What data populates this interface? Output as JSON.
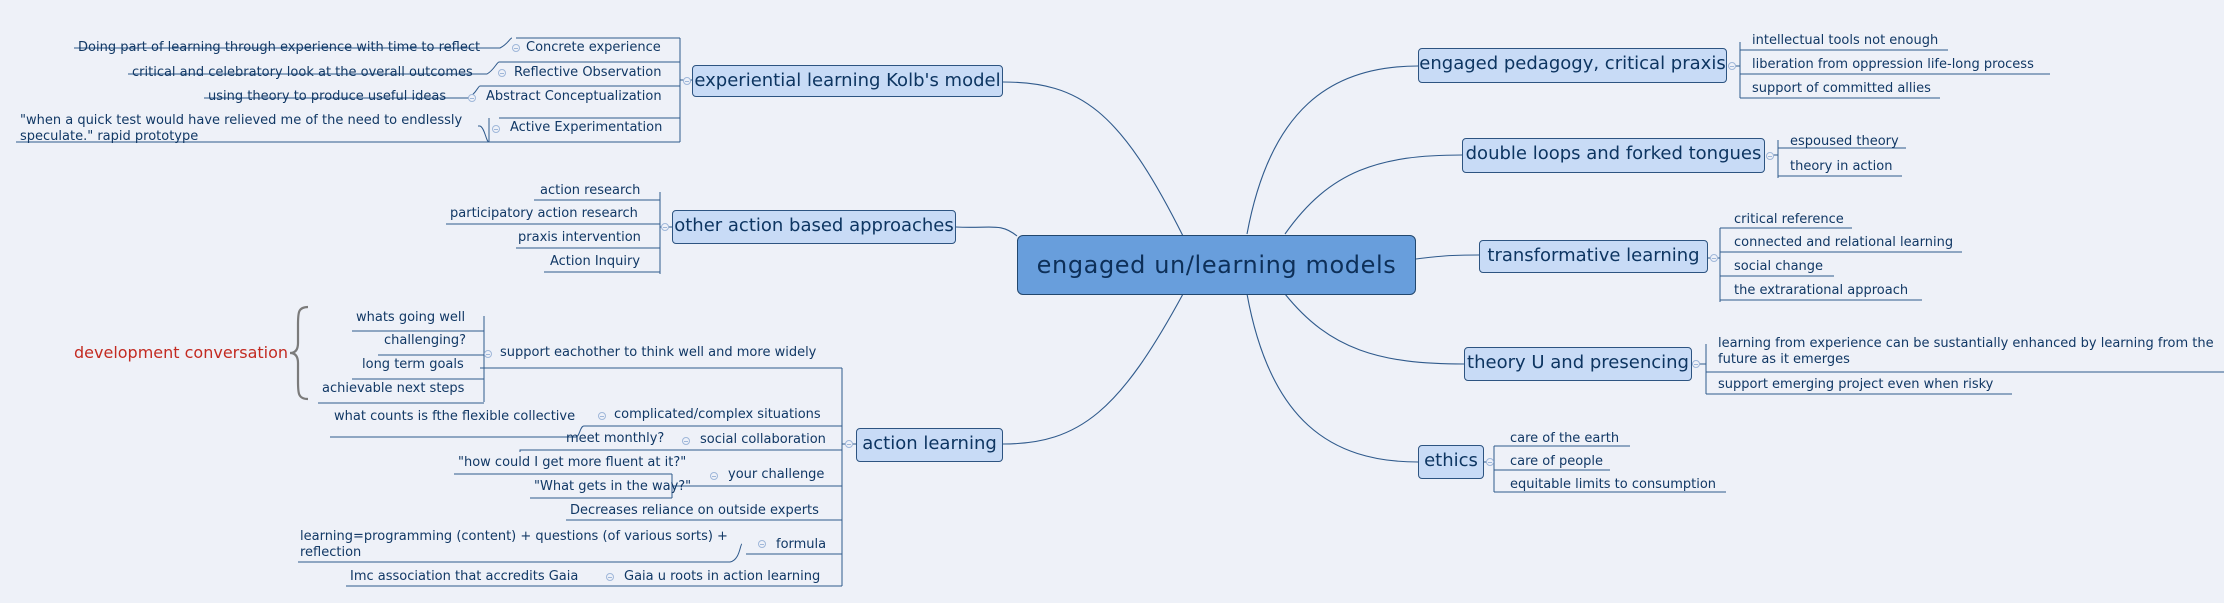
{
  "center": "engaged un/learning models",
  "branches": {
    "kolb": {
      "label": "experiential learning Kolb's model",
      "items": [
        {
          "label": "Concrete experience",
          "detail": "Doing part of learning through experience with time to reflect"
        },
        {
          "label": "Reflective Observation",
          "detail": "critical and celebratory look at the overall outcomes"
        },
        {
          "label": "Abstract Conceptualization",
          "detail": "using theory to produce useful ideas"
        },
        {
          "label": "Active Experimentation",
          "detail": "\"when a quick test would have relieved me of the need to endlessly speculate.\" rapid prototype"
        }
      ]
    },
    "other": {
      "label": "other action based approaches",
      "items": [
        "action research",
        "participatory action research",
        "praxis intervention",
        "Action Inquiry"
      ]
    },
    "action": {
      "label": "action learning",
      "support": "support eachother to think well and more widely",
      "support_items": [
        "whats going well",
        "challenging?",
        "long term goals",
        "achievable next steps"
      ],
      "note": "development conversation",
      "complicated": "complicated/complex situations",
      "complicated_detail": "what counts is fthe flexible collective",
      "social": "social collaboration",
      "social_detail": "meet monthly?",
      "challenge": "your challenge",
      "challenge_items": [
        "\"how could I get more fluent at it?\"",
        "\"What gets in the way?\""
      ],
      "reliance": "Decreases reliance on outside experts",
      "formula": "formula",
      "formula_detail": "learning=programming (content) + questions (of various sorts) + reflection",
      "gaia": "Gaia u roots in action learning",
      "gaia_detail": "Imc association that accredits  Gaia"
    },
    "pedagogy": {
      "label": "engaged pedagogy, critical praxis",
      "items": [
        "intellectual tools not enough",
        "liberation from oppression life-long process",
        "support of committed allies"
      ]
    },
    "loops": {
      "label": "double loops and forked tongues",
      "items": [
        "espoused theory",
        "theory in action"
      ]
    },
    "transformative": {
      "label": "transformative learning",
      "items": [
        "critical reference",
        "connected and relational learning",
        "social change",
        "the extrarational approach"
      ]
    },
    "theoryu": {
      "label": "theory U and presencing",
      "items": [
        "learning from experience can be sustantially enhanced by learning from the future as it emerges",
        "support emerging project even when risky"
      ]
    },
    "ethics": {
      "label": "ethics",
      "items": [
        "care of the earth",
        "care of people",
        "equitable limits to consumption"
      ]
    }
  },
  "colors": {
    "line": "#2f5a8c",
    "central_fill": "#689edc",
    "topic_fill": "#c8dbf6",
    "note_text": "#c32a21",
    "background": "#eef1f8"
  }
}
